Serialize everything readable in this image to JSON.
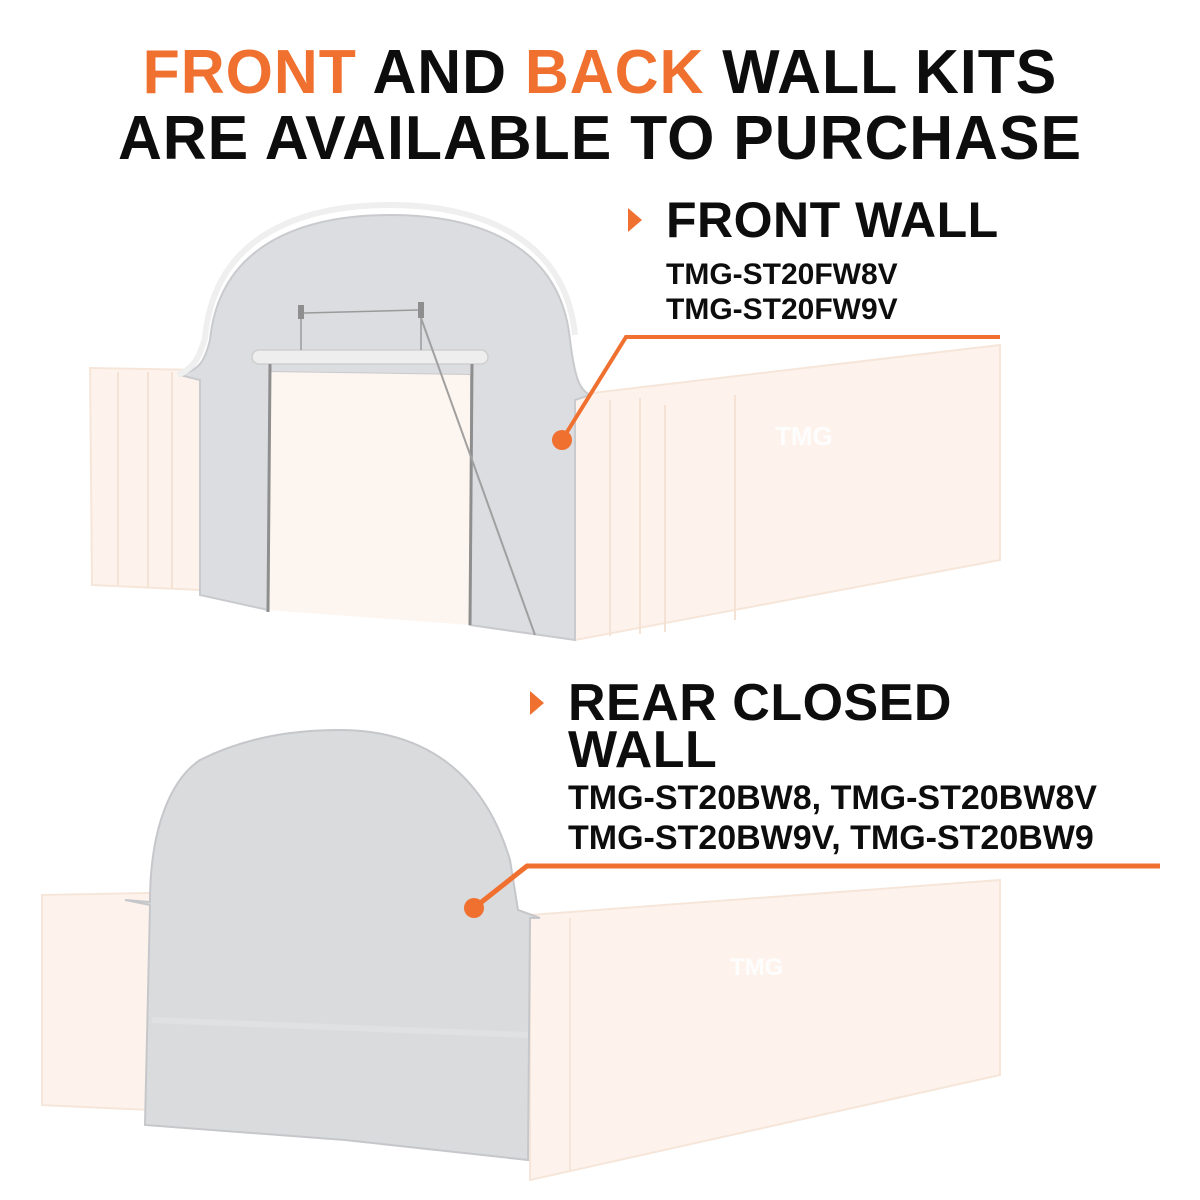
{
  "headline": {
    "line1": [
      {
        "text": "FRONT",
        "highlight": true
      },
      {
        "text": " AND ",
        "highlight": false
      },
      {
        "text": "BACK",
        "highlight": true
      },
      {
        "text": " WALL KITS",
        "highlight": false
      }
    ],
    "line2": "ARE AVAILABLE TO PURCHASE"
  },
  "callouts": [
    {
      "title": "FRONT WALL",
      "skus": [
        "TMG-ST20FW8V",
        "TMG-ST20FW9V"
      ]
    },
    {
      "title_line1": "REAR CLOSED",
      "title_line2": "WALL",
      "skus": [
        "TMG-ST20BW8, TMG-ST20BW8V",
        "TMG-ST20BW9V, TMG-ST20BW9"
      ]
    }
  ],
  "colors": {
    "accent": "#f07030",
    "text": "#0d0d0d",
    "fabric": "#d9dadc",
    "container": "#fdf2ea"
  },
  "icons": {
    "bullet": "triangle-right-icon",
    "pointer": "callout-dot-icon"
  }
}
